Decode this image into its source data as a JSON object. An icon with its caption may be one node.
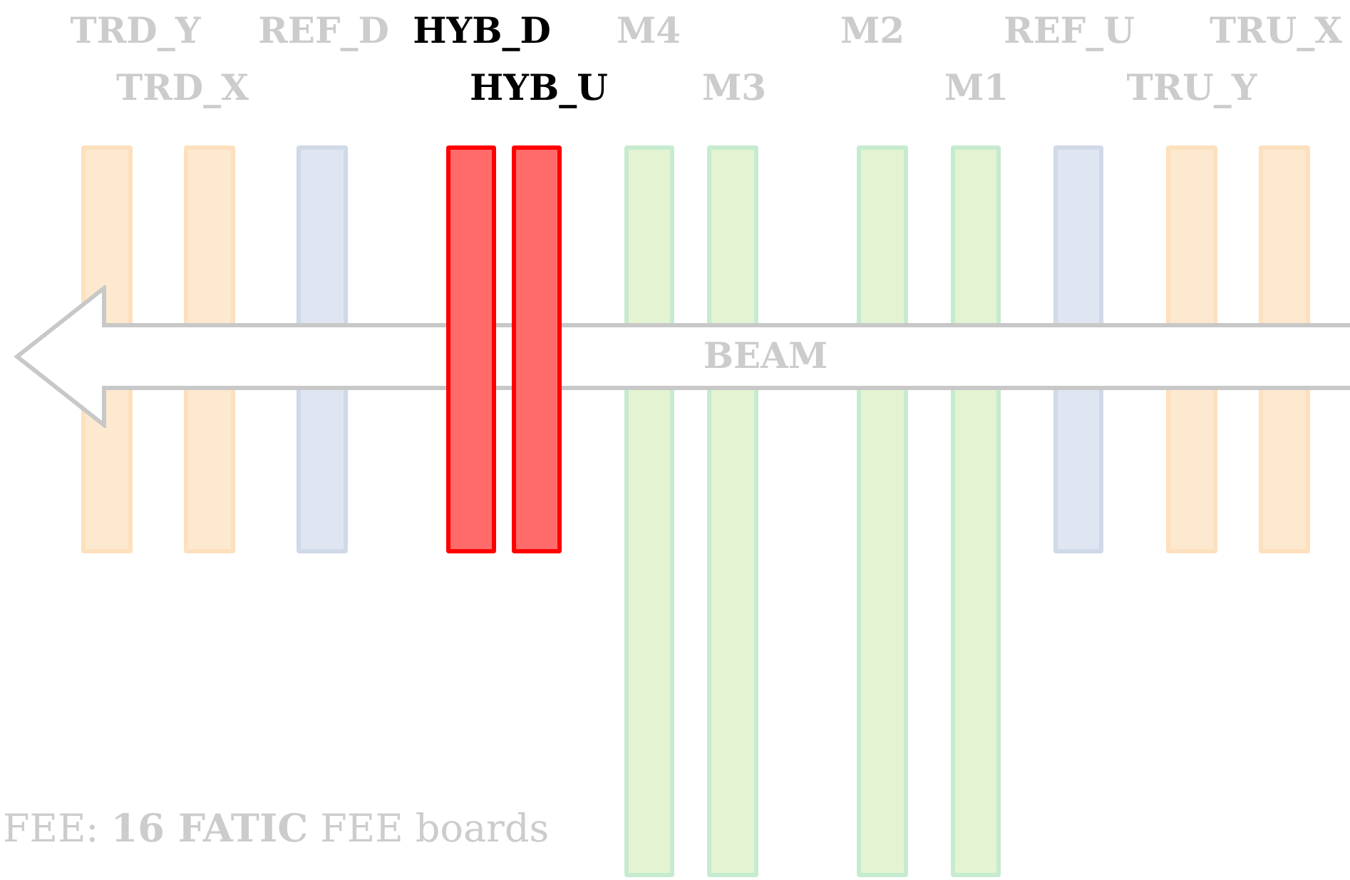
{
  "diagram": {
    "nodes": [
      {
        "text": [
          "TRD_Y"
        ]
      },
      {
        "text": [
          "TRD_X"
        ]
      },
      {
        "text": [
          "REF_D"
        ]
      },
      {
        "text": [
          "HYB_D"
        ]
      },
      {
        "text": [
          "HYB_U"
        ]
      },
      {
        "text": [
          "M4"
        ]
      },
      {
        "text": [
          "M3"
        ]
      },
      {
        "text": [
          "M2"
        ]
      },
      {
        "text": [
          "M1"
        ]
      },
      {
        "text": [
          "REF_U"
        ]
      },
      {
        "text": [
          "TRU_Y"
        ]
      },
      {
        "text": [
          "TRU_X"
        ]
      },
      {
        "text": [
          "BEAM"
        ]
      }
    ],
    "labels": [
      "FEE: **16 FATIC** FEE boards"
    ]
  }
}
